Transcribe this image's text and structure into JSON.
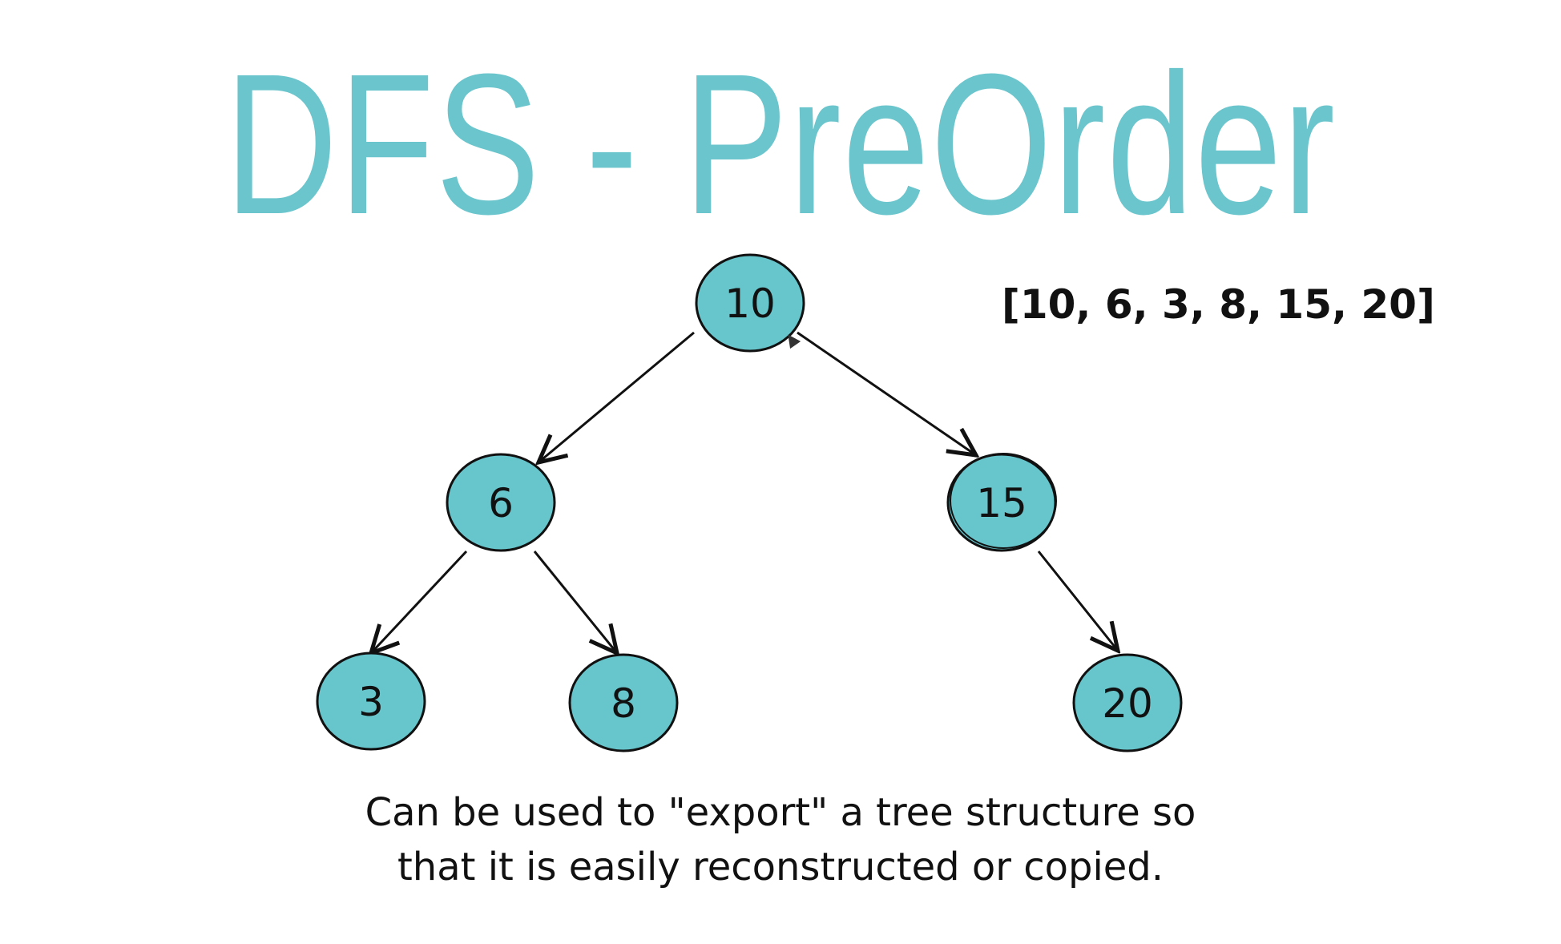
{
  "title": "DFS - PreOrder",
  "traversal_result": "[10, 6, 3, 8, 15, 20]",
  "caption": {
    "line1": "Can be used to \"export\" a tree structure so",
    "line2": "that it is easily reconstructed or copied."
  },
  "colors": {
    "accent": "#6bc5cc",
    "node_fill": "#67c5cc",
    "edge": "#111111"
  },
  "tree": {
    "nodes": [
      {
        "id": "n10",
        "label": "10"
      },
      {
        "id": "n6",
        "label": "6"
      },
      {
        "id": "n15",
        "label": "15"
      },
      {
        "id": "n3",
        "label": "3"
      },
      {
        "id": "n8",
        "label": "8"
      },
      {
        "id": "n20",
        "label": "20"
      }
    ],
    "edges": [
      {
        "from": "10",
        "to": "6"
      },
      {
        "from": "10",
        "to": "15"
      },
      {
        "from": "6",
        "to": "3"
      },
      {
        "from": "6",
        "to": "8"
      },
      {
        "from": "15",
        "to": "20"
      }
    ]
  }
}
